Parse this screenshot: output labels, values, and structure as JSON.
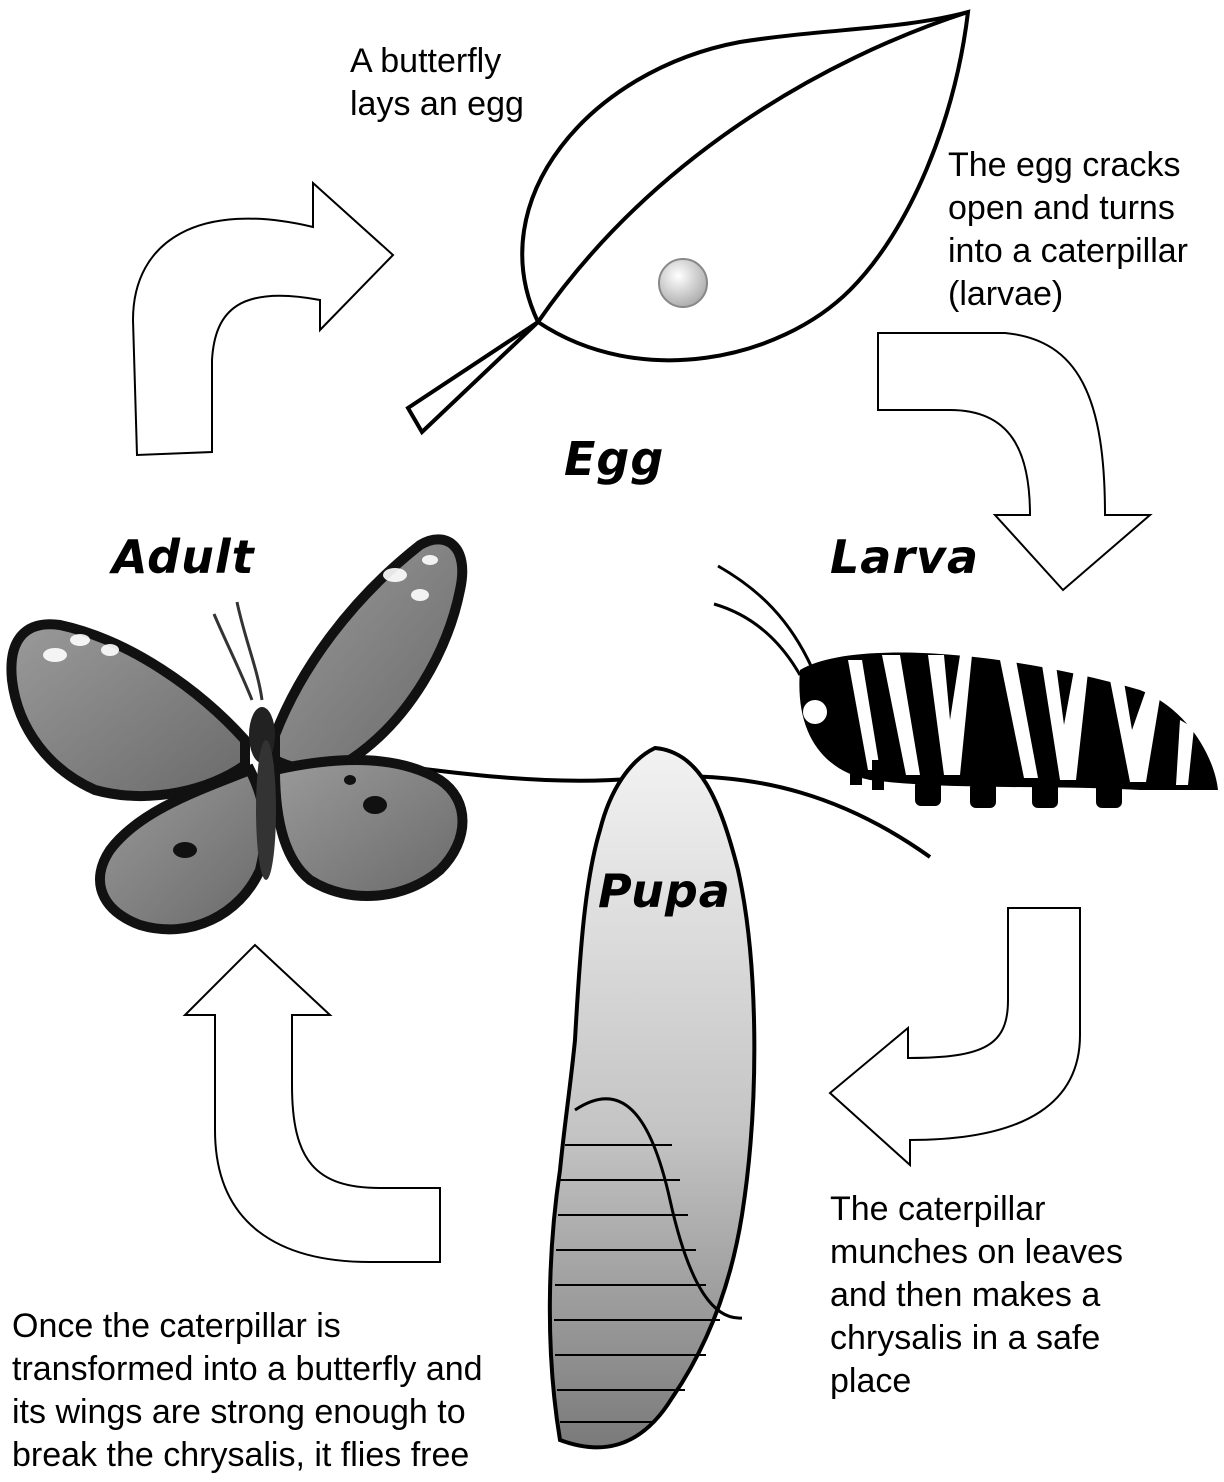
{
  "stages": {
    "egg": "Egg",
    "larva": "Larva",
    "pupa": "Pupa",
    "adult": "Adult"
  },
  "descriptions": {
    "egg": "A butterfly\nlays an egg",
    "larva": "The egg cracks\nopen and turns\ninto a caterpillar\n(larvae)",
    "pupa": "The caterpillar\nmunches on leaves\nand then makes a\nchrysalis in a safe\nplace",
    "adult": "Once the caterpillar is\ntransformed into a butterfly and\nits wings are strong enough to\nbreak the chrysalis, it flies free"
  },
  "colors": {
    "ink": "#000000",
    "egg_fill": "#c8c8c8",
    "wing_gray": "#707070",
    "pupa_light": "#e6e6e6",
    "pupa_dark": "#8a8a8a"
  }
}
